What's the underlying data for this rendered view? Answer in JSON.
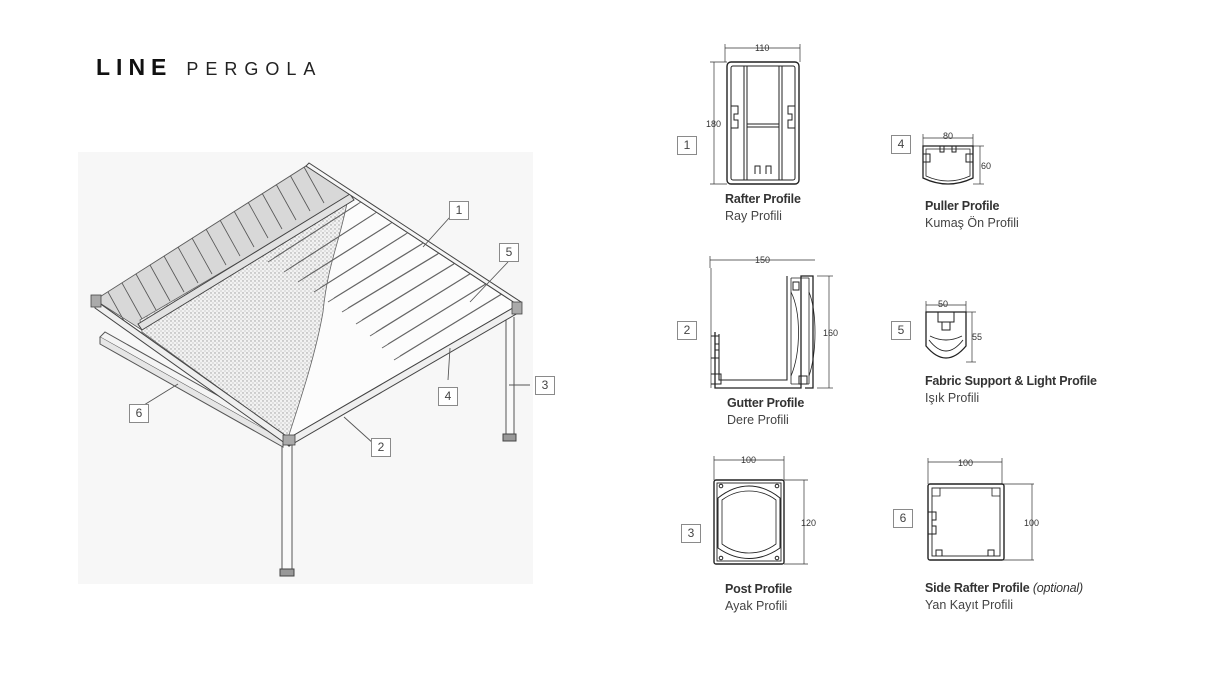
{
  "title": {
    "bold": "LINE",
    "light": "PERGOLA"
  },
  "callouts": [
    "1",
    "2",
    "3",
    "4",
    "5",
    "6"
  ],
  "profiles": [
    {
      "number": "1",
      "name_en": "Rafter Profile",
      "optional": "",
      "name_tr": "Ray Profili",
      "width": "110",
      "height": "180"
    },
    {
      "number": "2",
      "name_en": "Gutter Profile",
      "optional": "",
      "name_tr": "Dere Profili",
      "width": "150",
      "height": "160"
    },
    {
      "number": "3",
      "name_en": "Post Profile",
      "optional": "",
      "name_tr": "Ayak Profili",
      "width": "100",
      "height": "120"
    },
    {
      "number": "4",
      "name_en": "Puller Profile",
      "optional": "",
      "name_tr": "Kumaş Ön Profili",
      "width": "80",
      "height": "60"
    },
    {
      "number": "5",
      "name_en": "Fabric Support & Light Profile",
      "optional": "",
      "name_tr": "Işık Profili",
      "width": "50",
      "height": "55"
    },
    {
      "number": "6",
      "name_en": "Side Rafter Profile",
      "optional": "(optional)",
      "name_tr": "Yan Kayıt Profili",
      "width": "100",
      "height": "100"
    }
  ]
}
